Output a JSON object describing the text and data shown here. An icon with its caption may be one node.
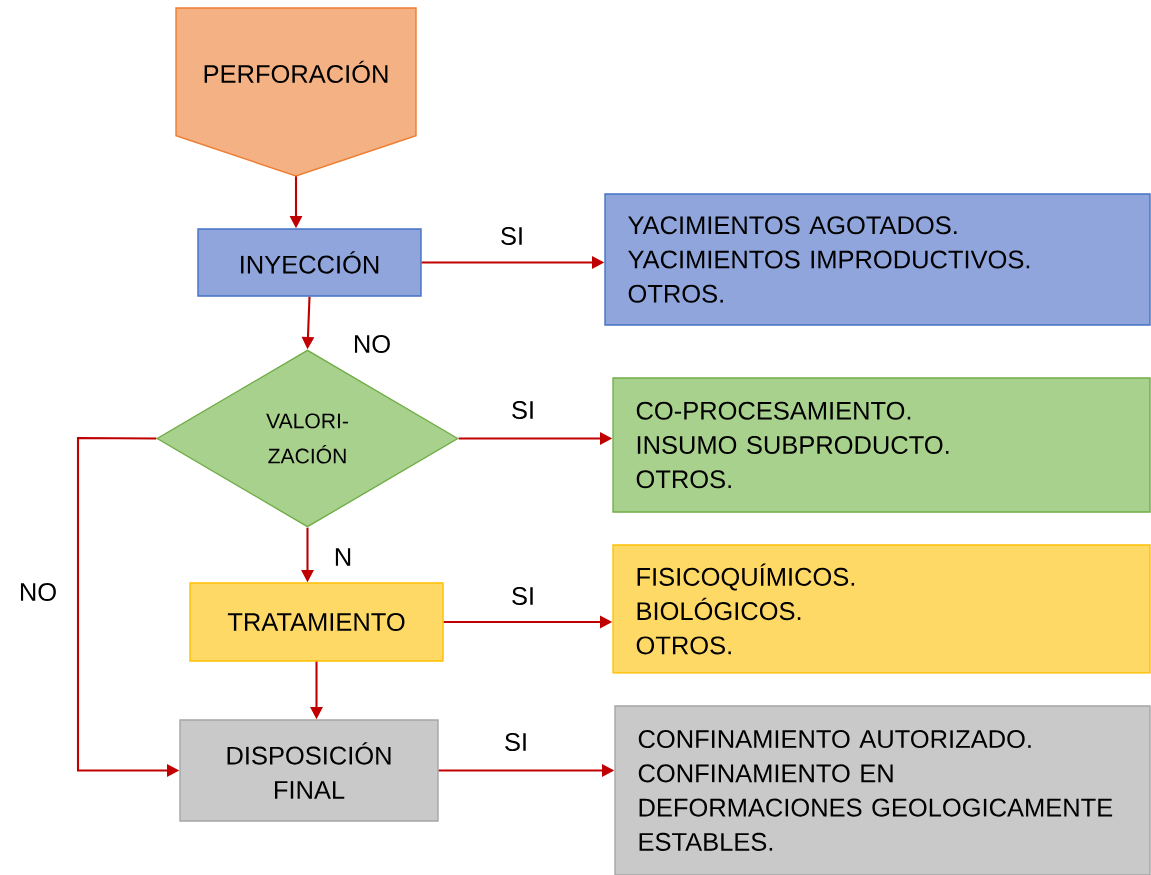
{
  "diagram": {
    "nodes": [
      {
        "text": [
          "PERFORACIÓN"
        ]
      },
      {
        "text": [
          "INYECCIÓN"
        ]
      },
      {
        "text": [
          "YACIMIENTOS AGOTADOS.",
          "YACIMIENTOS IMPRODUCTIVOS.",
          "OTROS."
        ]
      },
      {
        "text": [
          "VALORI-ZACIÓN"
        ]
      },
      {
        "text": [
          "CO-PROCESAMIENTO.",
          "INSUMO SUBPRODUCTO.",
          "OTROS."
        ]
      },
      {
        "text": [
          "TRATAMIENTO"
        ]
      },
      {
        "text": [
          "FISICOQUÍMICOS.",
          "BIOLÓGICOS.",
          "OTROS."
        ]
      },
      {
        "text": [
          "DISPOSICIÓN FINAL"
        ]
      },
      {
        "text": [
          "CONFINAMIENTO AUTORIZADO.",
          "CONFINAMIENTO EN DEFORMACIONES GEOLOGICAMENTE ESTABLES."
        ]
      }
    ],
    "edges": [
      {
        "from": 0,
        "to": 1,
        "arrow": "to"
      },
      {
        "from": 1,
        "to": 2,
        "arrow": "to",
        "label": "SI"
      },
      {
        "from": 1,
        "to": 3,
        "arrow": "to",
        "label": "NO"
      },
      {
        "from": 3,
        "to": 4,
        "arrow": "to",
        "label": "SI"
      },
      {
        "from": 3,
        "to": 5,
        "arrow": "to",
        "label": "N"
      },
      {
        "from": 3,
        "to": 7,
        "arrow": "to",
        "label": "NO"
      },
      {
        "from": 5,
        "to": 6,
        "arrow": "to",
        "label": "SI"
      },
      {
        "from": 5,
        "to": 7,
        "arrow": "to"
      },
      {
        "from": 7,
        "to": 8,
        "arrow": "to",
        "label": "SI"
      }
    ]
  }
}
